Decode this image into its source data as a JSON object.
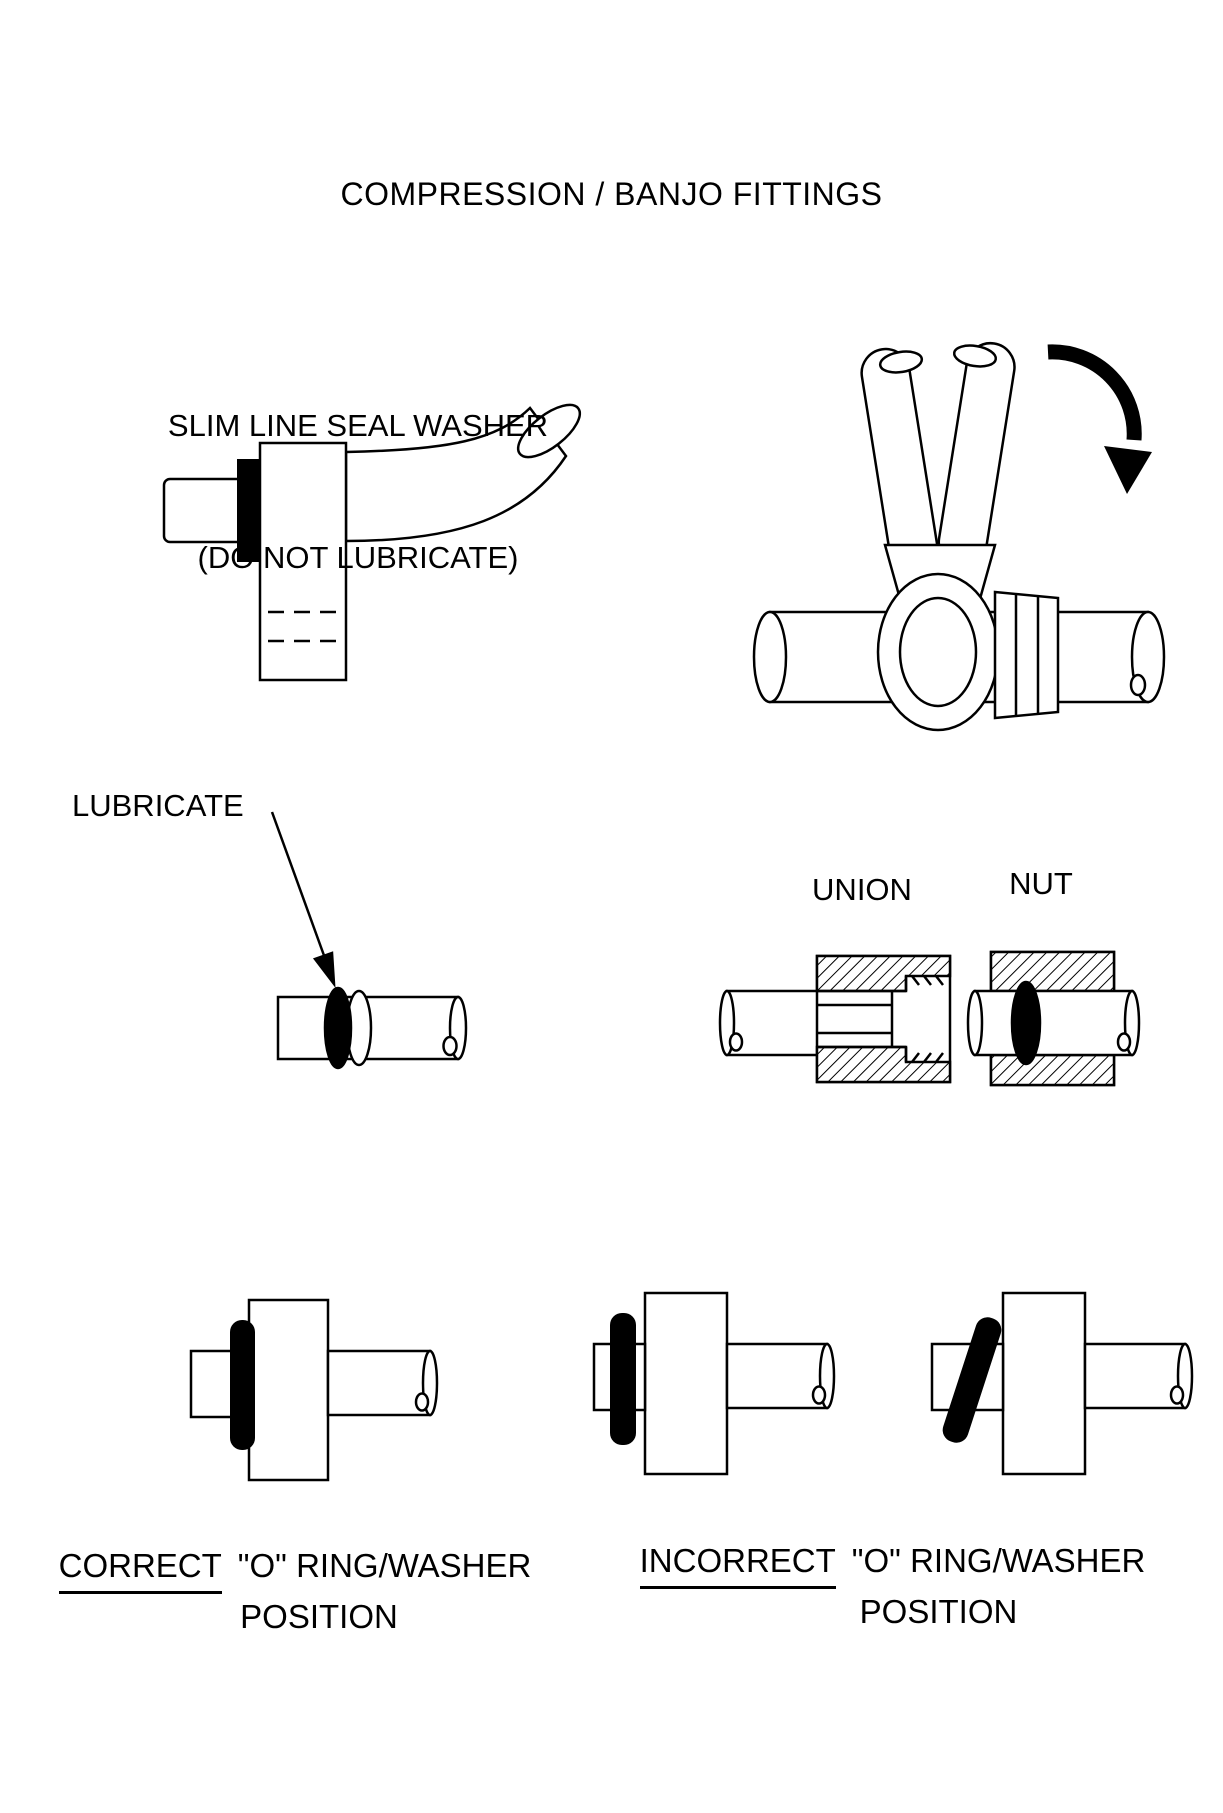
{
  "page": {
    "title": "COMPRESSION / BANJO FITTINGS",
    "background": "#ffffff",
    "ink": "#000000"
  },
  "labels": {
    "slim_line_line1": "SLIM LINE SEAL WASHER",
    "slim_line_line2": "(DO NOT LUBRICATE)",
    "lubricate": "LUBRICATE",
    "union": "UNION",
    "nut": "NUT"
  },
  "captions": {
    "correct": {
      "keyword": "CORRECT",
      "text": "\"O\" RING/WASHER",
      "line2": "POSITION"
    },
    "incorrect": {
      "keyword": "INCORRECT",
      "text": "\"O\" RING/WASHER",
      "line2": "POSITION"
    }
  }
}
